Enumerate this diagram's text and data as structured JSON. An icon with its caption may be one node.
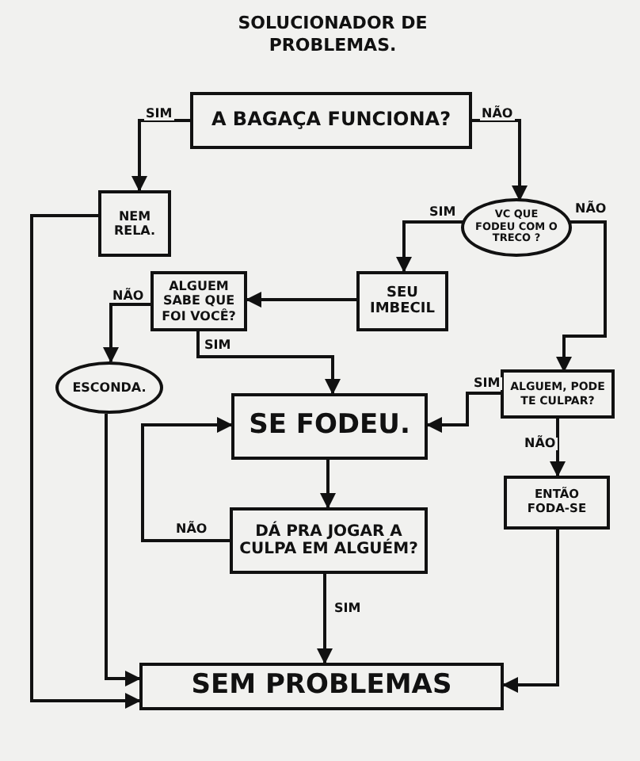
{
  "diagram": {
    "title": "SOLUCIONADOR DE PROBLEMAS.",
    "nodes": [
      {
        "text": [
          "A BAGAÇA FUNCIONA?"
        ]
      },
      {
        "text": [
          "NEM RELA."
        ]
      },
      {
        "text": [
          "VC QUE FODEU COM O TRECO ?"
        ]
      },
      {
        "text": [
          "SEU IMBECIL"
        ]
      },
      {
        "text": [
          "ALGUEM SABE QUE FOI VOCÊ?"
        ]
      },
      {
        "text": [
          "ESCONDA."
        ]
      },
      {
        "text": [
          "ALGUEM, PODE TE CULPAR?"
        ]
      },
      {
        "text": [
          "SE FODEU."
        ]
      },
      {
        "text": [
          "ENTÃO FODA-SE"
        ]
      },
      {
        "text": [
          "DÁ PRA JOGAR A CULPA EM ALGUÉM?"
        ]
      },
      {
        "text": [
          "SEM PROBLEMAS"
        ]
      }
    ],
    "edges": [
      {
        "from": 0,
        "to": 1,
        "arrow": "to",
        "label": "SIM"
      },
      {
        "from": 0,
        "to": 2,
        "arrow": "to",
        "label": "NÃO"
      },
      {
        "from": 2,
        "to": 3,
        "arrow": "to",
        "label": "SIM"
      },
      {
        "from": 2,
        "to": 6,
        "arrow": "to",
        "label": "NÃO"
      },
      {
        "from": 3,
        "to": 4,
        "arrow": "to"
      },
      {
        "from": 4,
        "to": 5,
        "arrow": "to",
        "label": "NÃO"
      },
      {
        "from": 4,
        "to": 7,
        "arrow": "to",
        "label": "SIM"
      },
      {
        "from": 6,
        "to": 7,
        "arrow": "to",
        "label": "SIM"
      },
      {
        "from": 6,
        "to": 8,
        "arrow": "to",
        "label": "NÃO"
      },
      {
        "from": 7,
        "to": 9,
        "arrow": "to"
      },
      {
        "from": 9,
        "to": 7,
        "arrow": "to",
        "label": "NÃO"
      },
      {
        "from": 9,
        "to": 10,
        "arrow": "to",
        "label": "SIM"
      },
      {
        "from": 1,
        "to": 10,
        "arrow": "to"
      },
      {
        "from": 5,
        "to": 10,
        "arrow": "to"
      },
      {
        "from": 8,
        "to": 10,
        "arrow": "to"
      }
    ]
  }
}
